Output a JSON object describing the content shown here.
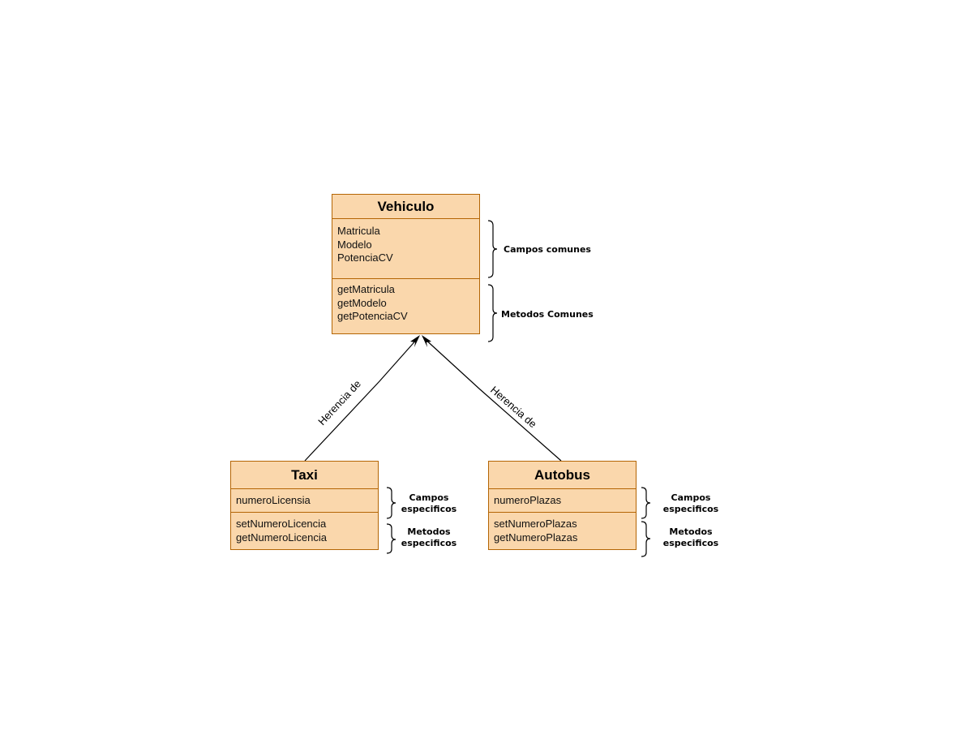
{
  "classes": {
    "vehiculo": {
      "name": "Vehiculo",
      "fields": [
        "Matricula",
        "Modelo",
        "PotenciaCV"
      ],
      "methods": [
        "getMatricula",
        "getModelo",
        "getPotenciaCV"
      ]
    },
    "taxi": {
      "name": "Taxi",
      "fields": [
        "numeroLicensia"
      ],
      "methods": [
        "setNumeroLicencia",
        "getNumeroLicencia"
      ]
    },
    "autobus": {
      "name": "Autobus",
      "fields": [
        "numeroPlazas"
      ],
      "methods": [
        "setNumeroPlazas",
        "getNumeroPlazas"
      ]
    }
  },
  "notes": {
    "vehiculo_fields": "Campos comunes",
    "vehiculo_methods": "Metodos Comunes",
    "taxi_fields": [
      "Campos",
      "especificos"
    ],
    "taxi_methods": [
      "Metodos",
      "especificos"
    ],
    "autobus_fields": [
      "Campos",
      "especificos"
    ],
    "autobus_methods": [
      "Metodos",
      "especificos"
    ]
  },
  "edges": {
    "taxi_to_vehiculo": "Herencia de",
    "autobus_to_vehiculo": "Herencia de"
  },
  "colors": {
    "class_fill": "#fad7ac",
    "class_border": "#b46504"
  }
}
